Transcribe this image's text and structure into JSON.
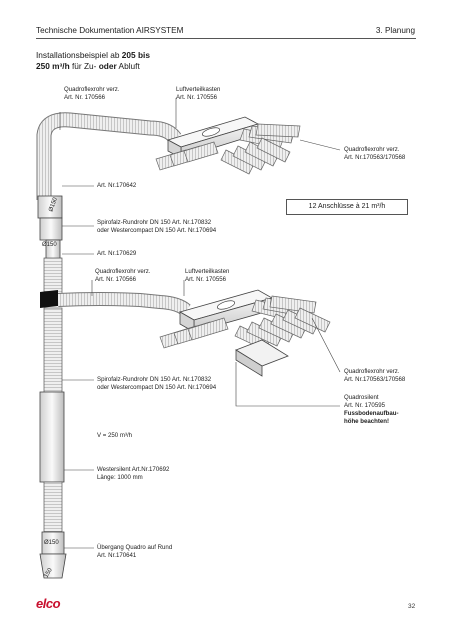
{
  "header": {
    "left": "Technische Dokumentation AIRSYSTEM",
    "right": "3. Planung"
  },
  "intro": {
    "line1_pre": "Installationsbeispiel ab ",
    "line1_bold": "205 bis",
    "line2_bold": "250 m³/h",
    "line2_mid": " für Zu- ",
    "line2_bold2": "oder",
    "line2_post": " Abluft"
  },
  "labels": {
    "quadro_top": [
      "Quadroflexrohr verz.",
      "Art. Nr. 170566"
    ],
    "luft_top": [
      "Luftverteilkasten",
      "Art. Nr. 170556"
    ],
    "quadro_right_top": [
      "Quadroflexrohr verz.",
      "Art. Nr.170563/170568"
    ],
    "art_170642": "Art. Nr.170642",
    "spiro_top": [
      "Spirofalz-Rundrohr DN 150 Art. Nr.170832",
      "oder Westercompact DN 150 Art. Nr.170694"
    ],
    "art_170629": "Art. Nr.170629",
    "quadro_mid": [
      "Quadroflexrohr verz.",
      "Art. Nr. 170566"
    ],
    "luft_mid": [
      "Luftverteilkasten",
      "Art. Nr. 170556"
    ],
    "spiro_mid": [
      "Spirofalz-Rundrohr DN 150 Art. Nr.170832",
      "oder Westercompact DN 150 Art. Nr.170694"
    ],
    "quadro_right_mid": [
      "Quadroflexrohr verz.",
      "Art. Nr.170563/170568"
    ],
    "quadrosilent": [
      "Quadrosilent",
      "Art. Nr. 170595"
    ],
    "warning": [
      "Fussbodenaufbau-",
      "höhe beachten!"
    ],
    "volume": "V = 250 m³/h",
    "westersilent": [
      "Westersilent Art.Nr.170692",
      "Länge: 1000 mm"
    ],
    "uebergang": [
      "Übergang Quadro auf Rund",
      "Art. Nr.170641"
    ]
  },
  "connections_box": "12 Anschlüsse à 21 m³/h",
  "pipe_marks": {
    "d1": "Ø150",
    "d2": "Ø150",
    "d3": "Ø150",
    "d4": "150"
  },
  "footer": {
    "logo": "elco",
    "page": "32"
  },
  "colors": {
    "logo": "#c8102e",
    "pipe_light": "#e6e6e6",
    "pipe_dark": "#9a9a9a"
  }
}
